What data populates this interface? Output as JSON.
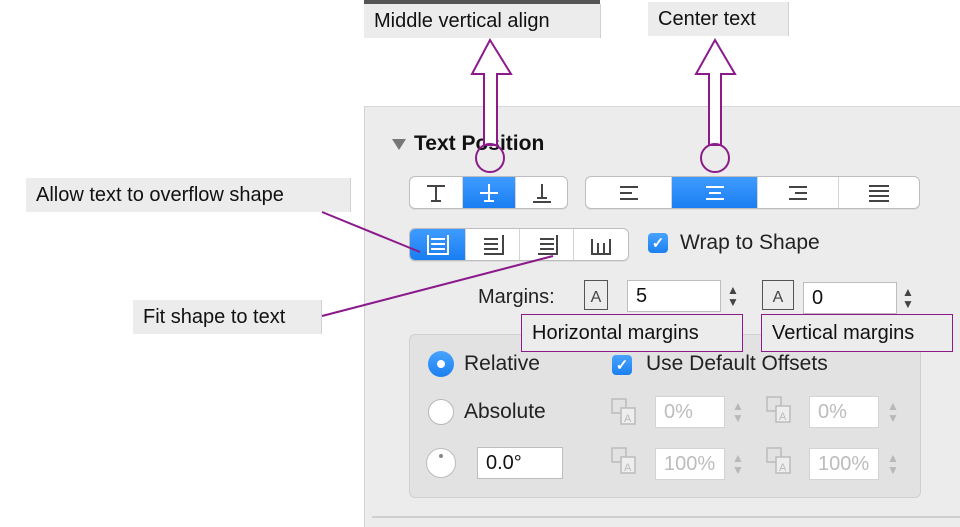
{
  "panel": {
    "section_title": "Text Position",
    "wrap_label": "Wrap to Shape",
    "wrap_checked": true,
    "margins_label": "Margins:",
    "horizontal_margin_value": "5",
    "vertical_margin_value": "0",
    "margin_icon_glyph": "A",
    "relative_label": "Relative",
    "absolute_label": "Absolute",
    "use_default_offsets_label": "Use Default Offsets",
    "rotation_value": "0.0°",
    "offset_x_value": "0%",
    "offset_y_value": "0%",
    "scale_w_value": "100%",
    "scale_h_value": "100%",
    "selected_vertical_align": "middle",
    "selected_horizontal_align": "center",
    "selected_wrap_mode": "overflow",
    "accent_color": "#1c80f0"
  },
  "callouts": {
    "middle_vertical_align": "Middle vertical align",
    "center_text": "Center text",
    "allow_overflow": "Allow text to overflow shape",
    "fit_shape": "Fit shape to text",
    "horizontal_margins": "Horizontal margins",
    "vertical_margins": "Vertical margins",
    "annotation_color": "#8b1a8b"
  },
  "icons": {
    "vertical_align": [
      "align-top-icon",
      "align-middle-icon",
      "align-bottom-icon"
    ],
    "horizontal_align": [
      "align-left-icon",
      "align-center-icon",
      "align-right-icon",
      "justify-icon"
    ],
    "wrap_modes": [
      "overflow-text-icon",
      "clip-text-icon",
      "fit-shape-icon",
      "resize-text-icon"
    ]
  }
}
